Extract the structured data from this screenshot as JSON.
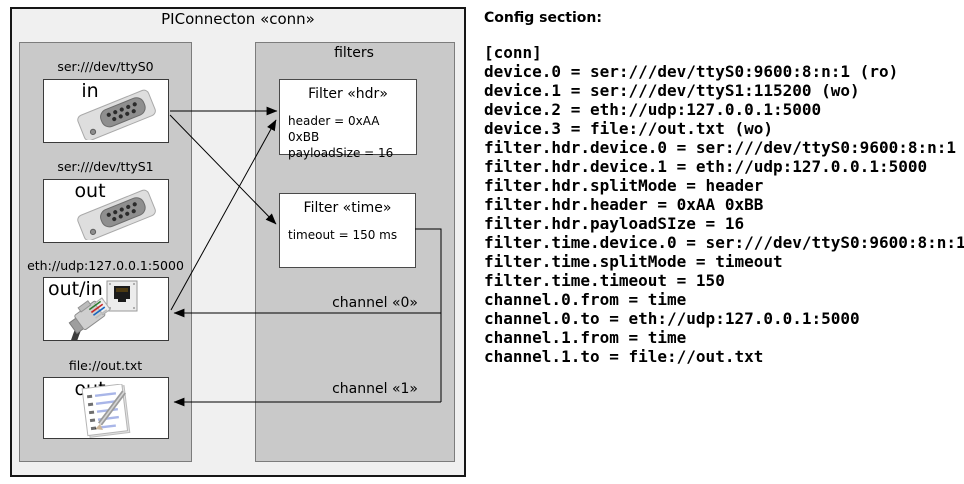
{
  "diagram": {
    "title": "PIConnecton «conn»",
    "filters_group_label": "filters",
    "devices": [
      {
        "url": "ser:///dev/ttyS0",
        "label": "in",
        "icon": "serial-connector"
      },
      {
        "url": "ser:///dev/ttyS1",
        "label": "out",
        "icon": "serial-connector"
      },
      {
        "url": "eth://udp:127.0.0.1:5000",
        "label": "out/in",
        "icon": "ethernet-connector"
      },
      {
        "url": "file://out.txt",
        "label": "out",
        "icon": "notepad"
      }
    ],
    "filters": [
      {
        "title": "Filter «hdr»",
        "props": [
          "header = 0xAA 0xBB",
          "payloadSize = 16"
        ]
      },
      {
        "title": "Filter «time»",
        "props": [
          "timeout = 150 ms"
        ]
      }
    ],
    "channels": [
      {
        "label": "channel «0»"
      },
      {
        "label": "channel «1»"
      }
    ]
  },
  "config": {
    "heading": "Config section:",
    "lines": [
      "[conn]",
      "device.0 = ser:///dev/ttyS0:9600:8:n:1 (ro)",
      "device.1 = ser:///dev/ttyS1:115200 (wo)",
      "device.2 = eth://udp:127.0.0.1:5000",
      "device.3 = file://out.txt (wo)",
      "filter.hdr.device.0 = ser:///dev/ttyS0:9600:8:n:1",
      "filter.hdr.device.1 = eth://udp:127.0.0.1:5000",
      "filter.hdr.splitMode = header",
      "filter.hdr.header = 0xAA 0xBB",
      "filter.hdr.payloadSIze = 16",
      "filter.time.device.0 = ser:///dev/ttyS0:9600:8:n:1",
      "filter.time.splitMode = timeout",
      "filter.time.timeout = 150",
      "channel.0.from = time",
      "channel.0.to = eth://udp:127.0.0.1:5000",
      "channel.1.from = time",
      "channel.1.to = file://out.txt"
    ]
  },
  "colors": {
    "outer_fill": "#f0f0f0",
    "group_fill": "#c9c9c9",
    "box_fill": "#ffffff",
    "line": "#000000"
  }
}
